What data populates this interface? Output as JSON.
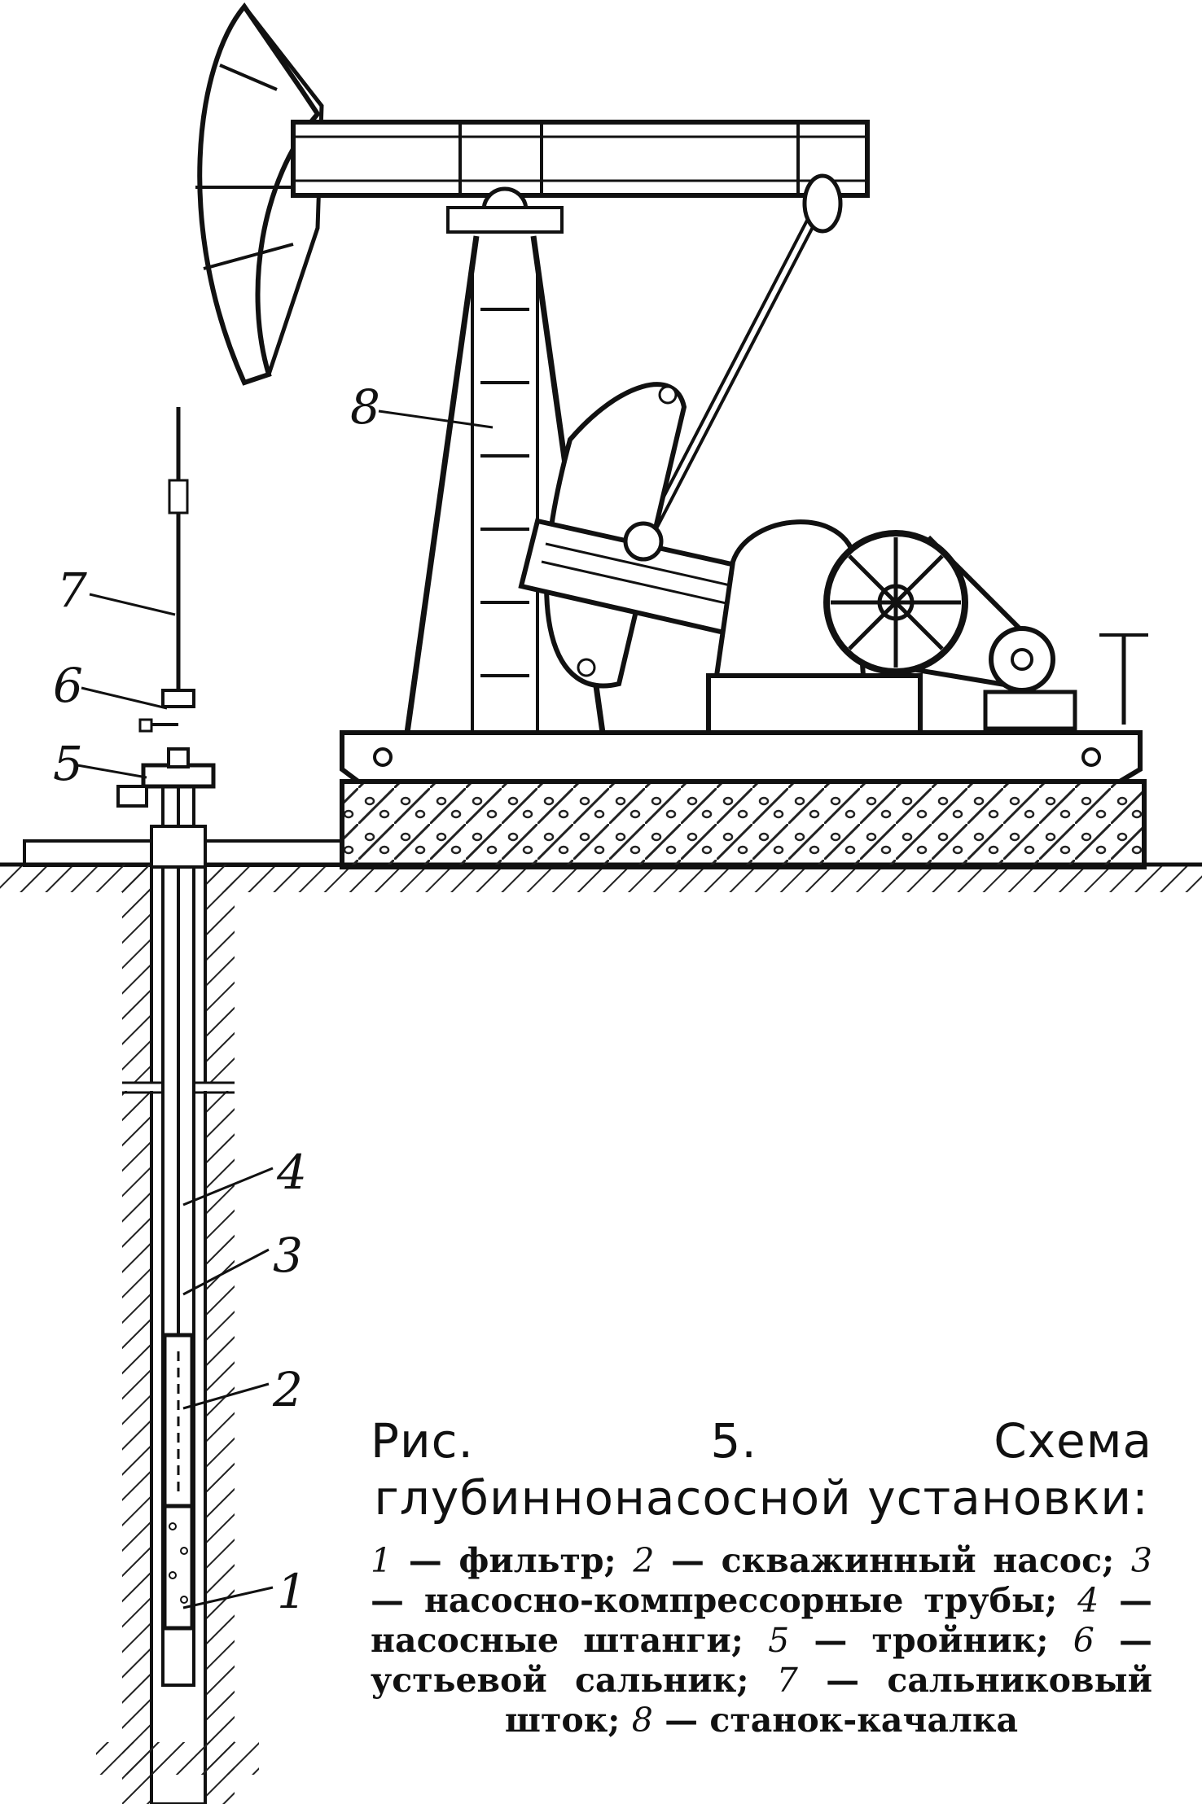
{
  "labels": {
    "l1": "1",
    "l2": "2",
    "l3": "3",
    "l4": "4",
    "l5": "5",
    "l6": "6",
    "l7": "7",
    "l8": "8"
  },
  "caption": {
    "title": "Рис. 5. Схема глубиннонасосной установки:",
    "legend": [
      {
        "num": "1",
        "text": "фильтр;"
      },
      {
        "num": "2",
        "text": "скважинный насос;"
      },
      {
        "num": "3",
        "text": "насосно-компрессорные трубы;"
      },
      {
        "num": "4",
        "text": "насосные штанги;"
      },
      {
        "num": "5",
        "text": "тройник;"
      },
      {
        "num": "6",
        "text": "устьевой сальник;"
      },
      {
        "num": "7",
        "text": "сальниковый шток;"
      },
      {
        "num": "8",
        "text": "станок-качалка"
      }
    ]
  }
}
